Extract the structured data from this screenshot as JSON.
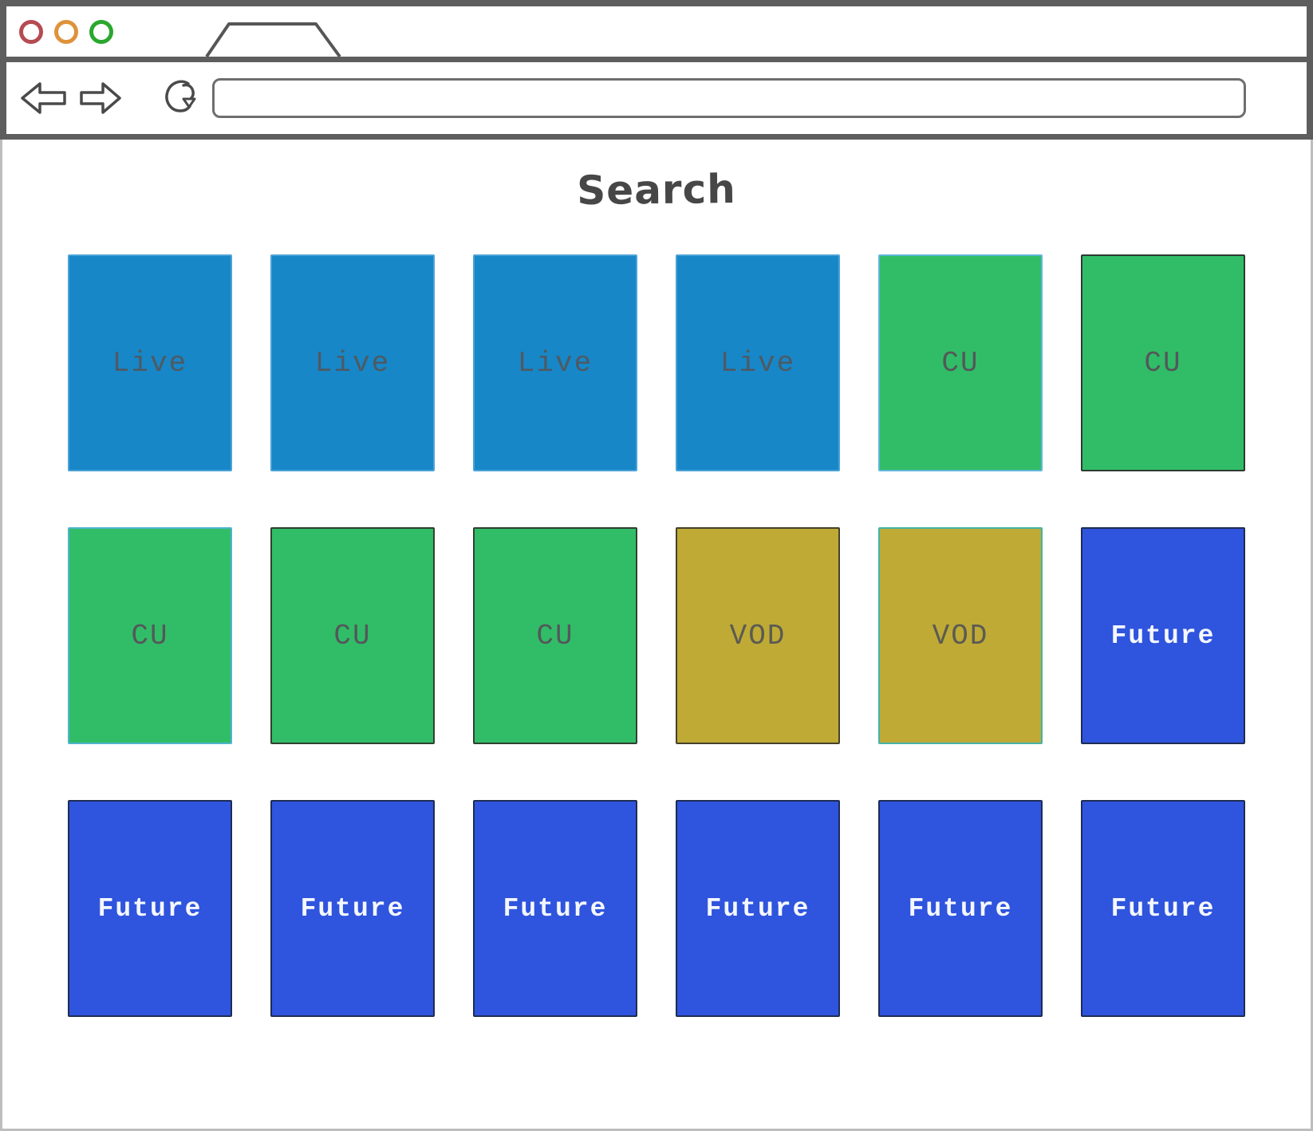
{
  "window": {
    "traffic_lights": [
      {
        "name": "close",
        "color": "#b54b52"
      },
      {
        "name": "minimize",
        "color": "#e0923a"
      },
      {
        "name": "maximize",
        "color": "#2aa72f"
      }
    ],
    "toolbar": {
      "url_value": ""
    },
    "icons": [
      "back-icon",
      "forward-icon",
      "reload-icon",
      "browser-tab"
    ]
  },
  "page": {
    "title": "Search",
    "cards": [
      {
        "label": "Live",
        "type": "live",
        "bg": "#1787c8",
        "border": "#4ba2d6",
        "text": "#4e5a63",
        "bold": false
      },
      {
        "label": "Live",
        "type": "live",
        "bg": "#1787c8",
        "border": "#4ba2d6",
        "text": "#4e5a63",
        "bold": false
      },
      {
        "label": "Live",
        "type": "live",
        "bg": "#1787c8",
        "border": "#4ba2d6",
        "text": "#4e5a63",
        "bold": false
      },
      {
        "label": "Live",
        "type": "live",
        "bg": "#1787c8",
        "border": "#4ba2d6",
        "text": "#4e5a63",
        "bold": false
      },
      {
        "label": "CU",
        "type": "cu",
        "bg": "#31bd67",
        "border": "#5fb6d9",
        "text": "#53585a",
        "bold": false
      },
      {
        "label": "CU",
        "type": "cu",
        "bg": "#31bd67",
        "border": "#2d3a31",
        "text": "#53585a",
        "bold": false
      },
      {
        "label": "CU",
        "type": "cu",
        "bg": "#31bd67",
        "border": "#4fb3cd",
        "text": "#53585a",
        "bold": false
      },
      {
        "label": "CU",
        "type": "cu",
        "bg": "#31bd67",
        "border": "#30402f",
        "text": "#53585a",
        "bold": false
      },
      {
        "label": "CU",
        "type": "cu",
        "bg": "#31bd67",
        "border": "#30402f",
        "text": "#53585a",
        "bold": false
      },
      {
        "label": "VOD",
        "type": "vod",
        "bg": "#bfaa36",
        "border": "#46412a",
        "text": "#5b5b52",
        "bold": false
      },
      {
        "label": "VOD",
        "type": "vod",
        "bg": "#bfaa36",
        "border": "#43b3a9",
        "text": "#5b5b52",
        "bold": false
      },
      {
        "label": "Future",
        "type": "future",
        "bg": "#2f54dd",
        "border": "#1e2c54",
        "text": "#f4f7ff",
        "bold": true
      },
      {
        "label": "Future",
        "type": "future",
        "bg": "#2f54dd",
        "border": "#1e2c54",
        "text": "#f4f7ff",
        "bold": true
      },
      {
        "label": "Future",
        "type": "future",
        "bg": "#2f54dd",
        "border": "#1e2c54",
        "text": "#f4f7ff",
        "bold": true
      },
      {
        "label": "Future",
        "type": "future",
        "bg": "#2f54dd",
        "border": "#1e2c54",
        "text": "#f4f7ff",
        "bold": true
      },
      {
        "label": "Future",
        "type": "future",
        "bg": "#2f54dd",
        "border": "#1e2c54",
        "text": "#f4f7ff",
        "bold": true
      },
      {
        "label": "Future",
        "type": "future",
        "bg": "#2f54dd",
        "border": "#1e2c54",
        "text": "#f4f7ff",
        "bold": true
      },
      {
        "label": "Future",
        "type": "future",
        "bg": "#2f54dd",
        "border": "#1e2c54",
        "text": "#f4f7ff",
        "bold": true
      }
    ]
  }
}
